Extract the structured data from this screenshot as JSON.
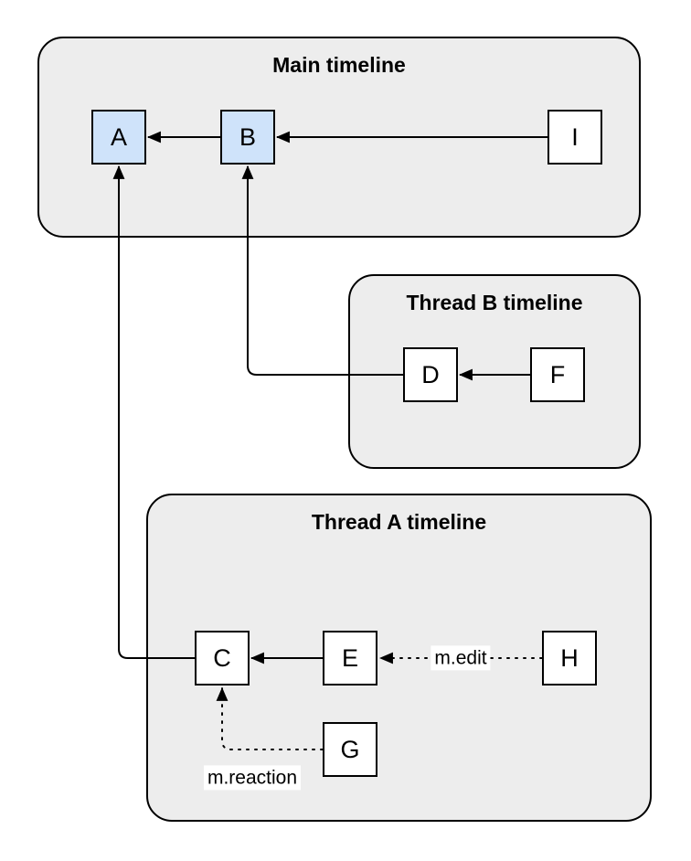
{
  "diagram": {
    "type": "event-graph",
    "description": "Message timelines with thread relations"
  },
  "colors": {
    "page_background": "#ffffff",
    "container_fill": "#ededed",
    "container_border": "#000000",
    "node_fill_default": "#ffffff",
    "node_fill_highlight": "#cfe3fa",
    "node_border": "#000000",
    "edge_color": "#000000",
    "edge_label_background": "#ffffff",
    "text_color": "#000000"
  },
  "containers": [
    {
      "id": "main-timeline",
      "label": "Main timeline"
    },
    {
      "id": "thread-b-timeline",
      "label": "Thread B timeline"
    },
    {
      "id": "thread-a-timeline",
      "label": "Thread A timeline"
    }
  ],
  "nodes": [
    {
      "id": "A",
      "label": "A",
      "container": "main-timeline",
      "highlight": true
    },
    {
      "id": "B",
      "label": "B",
      "container": "main-timeline",
      "highlight": true
    },
    {
      "id": "I",
      "label": "I",
      "container": "main-timeline",
      "highlight": false
    },
    {
      "id": "D",
      "label": "D",
      "container": "thread-b-timeline",
      "highlight": false
    },
    {
      "id": "F",
      "label": "F",
      "container": "thread-b-timeline",
      "highlight": false
    },
    {
      "id": "C",
      "label": "C",
      "container": "thread-a-timeline",
      "highlight": false
    },
    {
      "id": "E",
      "label": "E",
      "container": "thread-a-timeline",
      "highlight": false
    },
    {
      "id": "H",
      "label": "H",
      "container": "thread-a-timeline",
      "highlight": false
    },
    {
      "id": "G",
      "label": "G",
      "container": "thread-a-timeline",
      "highlight": false
    }
  ],
  "edges": [
    {
      "from": "B",
      "to": "A",
      "style": "solid"
    },
    {
      "from": "I",
      "to": "B",
      "style": "solid"
    },
    {
      "from": "F",
      "to": "D",
      "style": "solid"
    },
    {
      "from": "D",
      "to": "B",
      "style": "solid"
    },
    {
      "from": "E",
      "to": "C",
      "style": "solid"
    },
    {
      "from": "H",
      "to": "E",
      "style": "dotted",
      "label": "m.edit"
    },
    {
      "from": "G",
      "to": "C",
      "style": "dotted",
      "label": "m.reaction"
    },
    {
      "from": "C",
      "to": "A",
      "style": "solid"
    }
  ]
}
